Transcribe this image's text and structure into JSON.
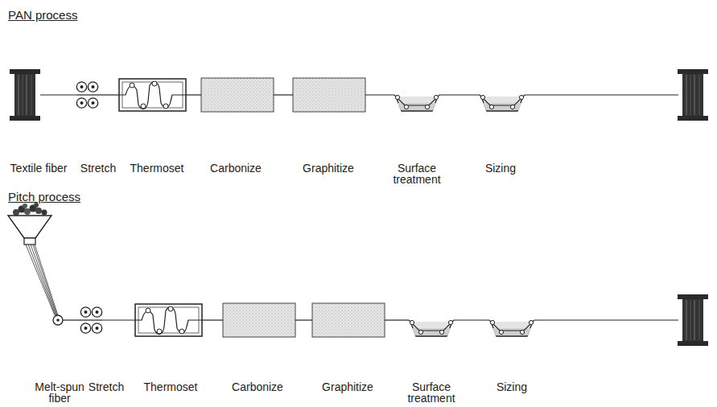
{
  "diagram": {
    "nodes": [
      {
        "text": [
          "Textile fiber"
        ]
      },
      {
        "text": [
          "Stretch"
        ]
      },
      {
        "text": [
          "Thermoset"
        ]
      },
      {
        "text": [
          "Carbonize"
        ]
      },
      {
        "text": [
          "Graphitize"
        ]
      },
      {
        "text": [
          "Surface treatment"
        ]
      },
      {
        "text": [
          "Sizing"
        ]
      },
      {
        "text": [
          "Melt-spun fiber"
        ]
      },
      {
        "text": [
          "Stretch"
        ]
      },
      {
        "text": [
          "Thermoset"
        ]
      },
      {
        "text": [
          "Carbonize"
        ]
      },
      {
        "text": [
          "Graphitize"
        ]
      },
      {
        "text": [
          "Surface treatment"
        ]
      },
      {
        "text": [
          "Sizing"
        ]
      }
    ],
    "edges": [
      {
        "from": 0,
        "to": 1,
        "arrow": "none"
      },
      {
        "from": 1,
        "to": 2,
        "arrow": "none"
      },
      {
        "from": 2,
        "to": 3,
        "arrow": "none"
      },
      {
        "from": 3,
        "to": 4,
        "arrow": "none"
      },
      {
        "from": 4,
        "to": 5,
        "arrow": "none"
      },
      {
        "from": 5,
        "to": 6,
        "arrow": "none"
      },
      {
        "from": 7,
        "to": 8,
        "arrow": "none"
      },
      {
        "from": 8,
        "to": 9,
        "arrow": "none"
      },
      {
        "from": 9,
        "to": 10,
        "arrow": "none"
      },
      {
        "from": 10,
        "to": 11,
        "arrow": "none"
      },
      {
        "from": 11,
        "to": 12,
        "arrow": "none"
      },
      {
        "from": 12,
        "to": 13,
        "arrow": "none"
      }
    ],
    "labels": [
      "PAN process",
      "Pitch process"
    ]
  }
}
